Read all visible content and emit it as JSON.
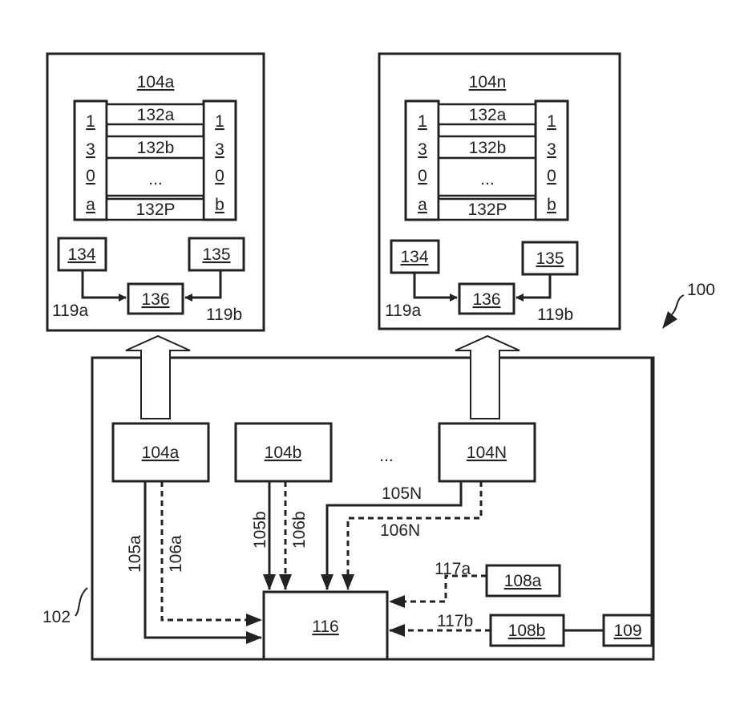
{
  "figure_ref": "100",
  "system_ref": "102",
  "detail_left": {
    "title": "104a",
    "rows": [
      "132a",
      "132b",
      "...",
      "132P"
    ],
    "left_col": [
      "1",
      "3",
      "0",
      "a"
    ],
    "right_col": [
      "1",
      "3",
      "0",
      "b"
    ],
    "box_134": "134",
    "box_135": "135",
    "box_136": "136",
    "link_a": "119a",
    "link_b": "119b"
  },
  "detail_right": {
    "title": "104n",
    "rows": [
      "132a",
      "132b",
      "...",
      "132P"
    ],
    "left_col": [
      "1",
      "3",
      "0",
      "a"
    ],
    "right_col": [
      "1",
      "3",
      "0",
      "b"
    ],
    "box_134": "134",
    "box_135": "135",
    "box_136": "136",
    "link_a": "119a",
    "link_b": "119b"
  },
  "units": {
    "u1": "104a",
    "u2": "104b",
    "ellipsis": "...",
    "uN": "104N"
  },
  "central": "116",
  "sources": {
    "s1": "108a",
    "s2": "108b",
    "s3": "109"
  },
  "connections": {
    "c105a": "105a",
    "c106a": "106a",
    "c105b": "105b",
    "c106b": "106b",
    "c105N": "105N",
    "c106N": "106N",
    "c117a": "117a",
    "c117b": "117b"
  }
}
